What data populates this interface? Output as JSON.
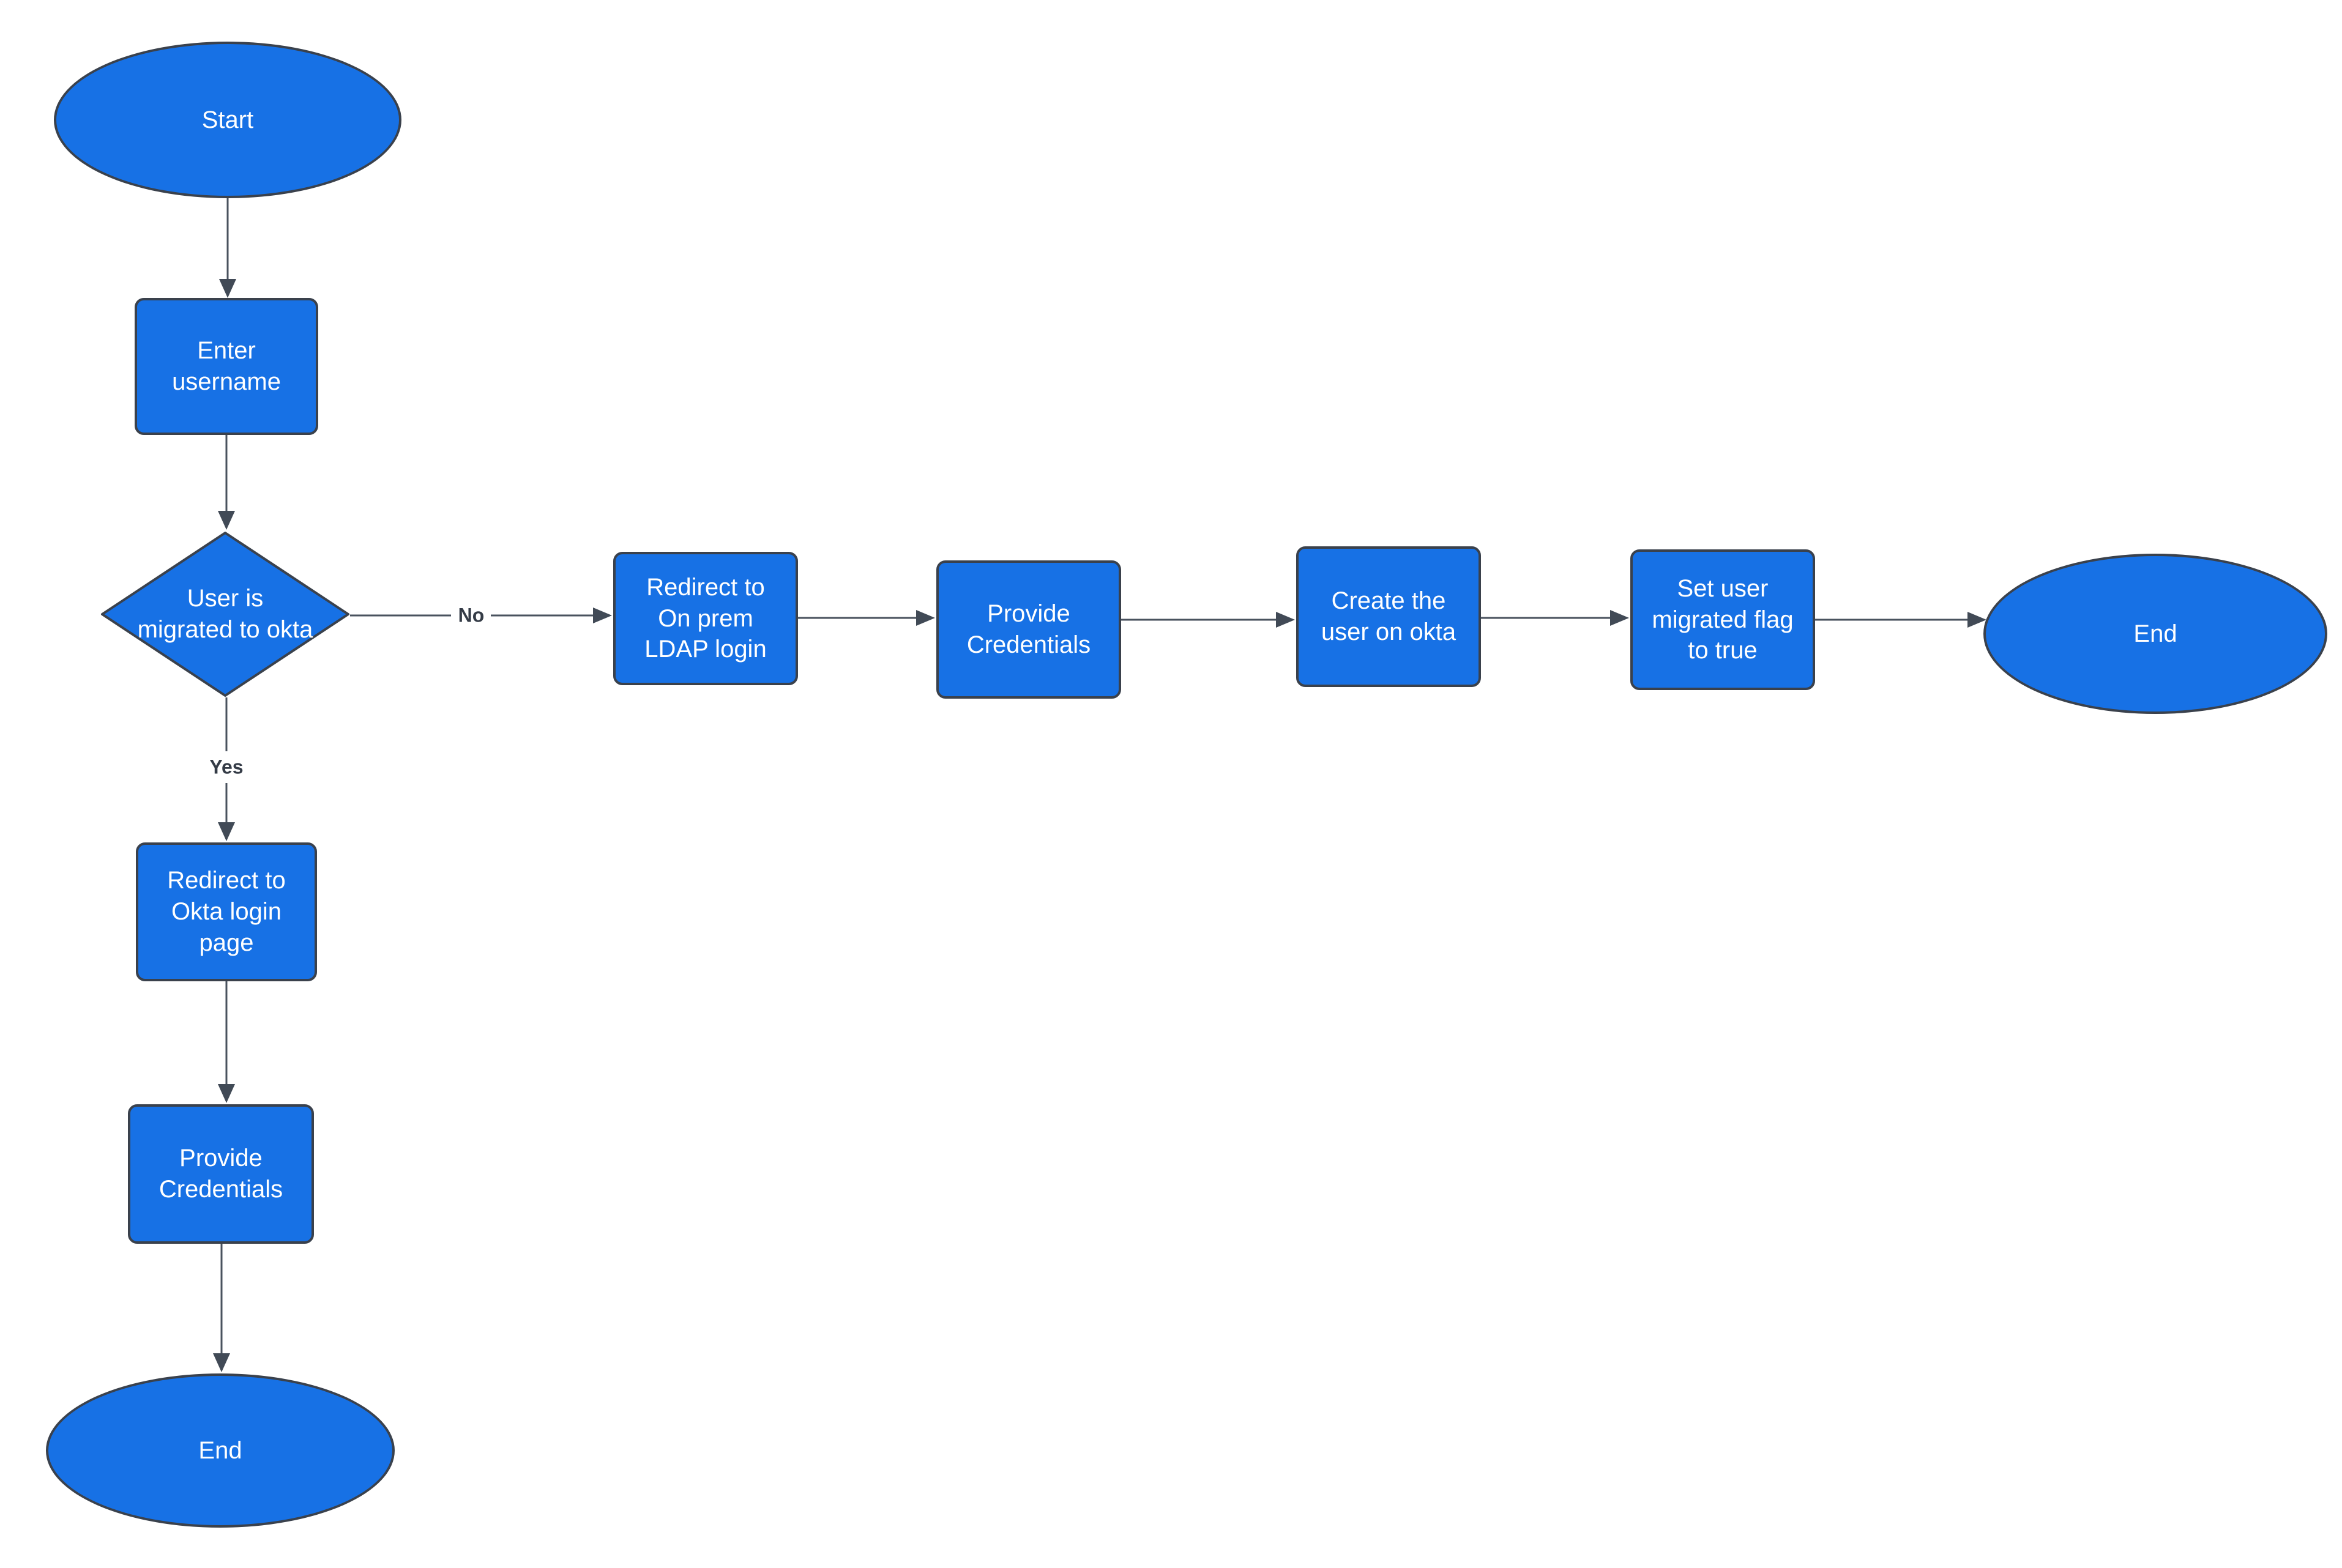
{
  "colors": {
    "node_fill": "#1771e5",
    "node_stroke": "#3a414c",
    "edge_color": "#49525e",
    "node_text": "#ffffff",
    "edge_label_text": "#343b46",
    "background": "#ffffff"
  },
  "nodes": {
    "start": {
      "label": "Start",
      "type": "terminator"
    },
    "enter_username": {
      "label": "Enter\nusername",
      "type": "process"
    },
    "decision_migrated": {
      "label": "User is\nmigrated to okta",
      "type": "decision"
    },
    "redirect_ldap": {
      "label": "Redirect to\nOn prem\nLDAP login",
      "type": "process"
    },
    "provide_credentials_top": {
      "label": "Provide\nCredentials",
      "type": "process"
    },
    "create_user": {
      "label": "Create the\nuser on okta",
      "type": "process"
    },
    "set_flag": {
      "label": "Set user\nmigrated flag\nto true",
      "type": "process"
    },
    "end_right": {
      "label": "End",
      "type": "terminator"
    },
    "redirect_okta": {
      "label": "Redirect to\nOkta login\npage",
      "type": "process"
    },
    "provide_credentials_bottom": {
      "label": "Provide\nCredentials",
      "type": "process"
    },
    "end_bottom": {
      "label": "End",
      "type": "terminator"
    }
  },
  "edge_labels": {
    "no": "No",
    "yes": "Yes"
  }
}
